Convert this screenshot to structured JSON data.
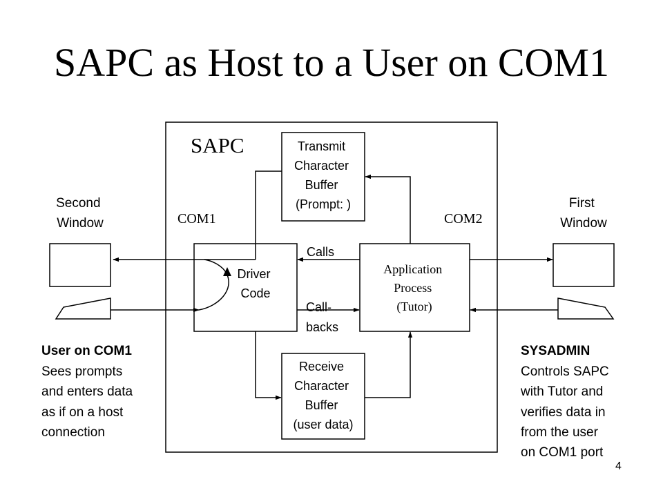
{
  "title": "SAPC as Host to a User on COM1",
  "sapc_label": "SAPC",
  "com1_label": "COM1",
  "com2_label": "COM2",
  "transmit_buffer": [
    "Transmit",
    "Character",
    "Buffer",
    "(Prompt: )"
  ],
  "receive_buffer": [
    "Receive",
    "Character",
    "Buffer",
    "(user data)"
  ],
  "driver_code": [
    "Driver",
    "Code"
  ],
  "application_process": [
    "Application",
    "Process",
    "(Tutor)"
  ],
  "calls_label": "Calls",
  "callbacks_label": [
    "Call-",
    "backs"
  ],
  "second_window": [
    "Second",
    "Window"
  ],
  "first_window": [
    "First",
    "Window"
  ],
  "user_note": {
    "heading": "User on COM1",
    "lines": [
      "Sees prompts",
      "and enters data",
      "as if on a host",
      "connection"
    ]
  },
  "sysadmin_note": {
    "heading": "SYSADMIN",
    "lines": [
      "Controls SAPC",
      "with Tutor and",
      "verifies data in",
      "from the user",
      "on COM1 port"
    ]
  },
  "page_number": "4"
}
